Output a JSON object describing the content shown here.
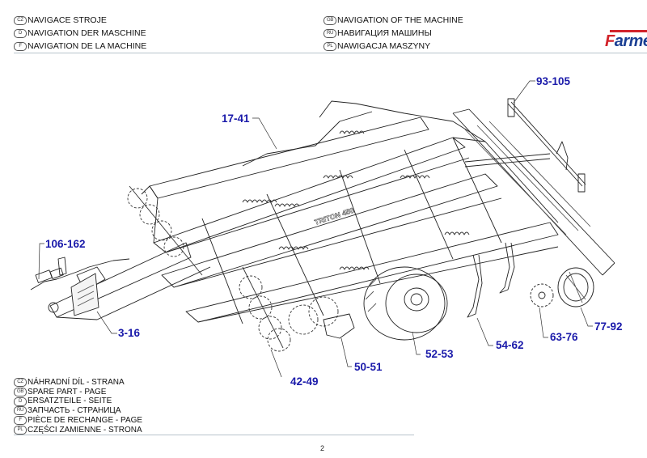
{
  "header": {
    "left": [
      {
        "lang": "CZ",
        "text": "NAVIGACE STROJE"
      },
      {
        "lang": "D",
        "text": "NAVIGATION DER MASCHINE"
      },
      {
        "lang": "F",
        "text": "NAVIGATION DE LA MACHINE"
      }
    ],
    "right": [
      {
        "lang": "GB",
        "text": "NAVIGATION OF THE MACHINE"
      },
      {
        "lang": "RU",
        "text": "НАВИГАЦИЯ МАШИНЫ"
      },
      {
        "lang": "PL",
        "text": "NAWIGACJA MASZYNY"
      }
    ]
  },
  "logo": {
    "first": "F",
    "rest": "armet",
    "colors": {
      "red": "#d2232a",
      "blue": "#1b3f93"
    }
  },
  "drawing": {
    "machine_name": "TRITON 450",
    "callouts": [
      {
        "id": "93-105",
        "label": "93-105"
      },
      {
        "id": "17-41",
        "label": "17-41"
      },
      {
        "id": "106-162",
        "label": "106-162"
      },
      {
        "id": "3-16",
        "label": "3-16"
      },
      {
        "id": "42-49",
        "label": "42-49"
      },
      {
        "id": "50-51",
        "label": "50-51"
      },
      {
        "id": "52-53",
        "label": "52-53"
      },
      {
        "id": "54-62",
        "label": "54-62"
      },
      {
        "id": "63-76",
        "label": "63-76"
      },
      {
        "id": "77-92",
        "label": "77-92"
      }
    ],
    "callout_color": "#1a1aaa"
  },
  "footer": {
    "rows": [
      {
        "lang": "CZ",
        "text": "NÁHRADNÍ DÍL - STRANA"
      },
      {
        "lang": "GB",
        "text": "SPARE PART - PAGE"
      },
      {
        "lang": "D",
        "text": "ERSATZTEILE - SEITE"
      },
      {
        "lang": "RU",
        "text": "ЗАПЧАСТЬ - СТРАНИЦА"
      },
      {
        "lang": "F",
        "text": "PIÈCE DE RECHANGE - PAGE"
      },
      {
        "lang": "PL",
        "text": "CZĘŚCI ZAMIENNE - STRONA"
      }
    ],
    "page_number": "2"
  }
}
